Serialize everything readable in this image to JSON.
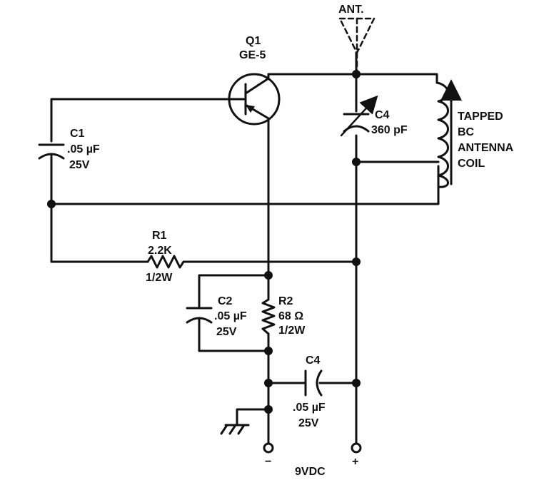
{
  "labels": {
    "antenna": "ANT.",
    "q1_ref": "Q1",
    "q1_part": "GE-5",
    "c1_ref": "C1",
    "c1_value": ".05 µF",
    "c1_voltage": "25V",
    "c4_top_ref": "C4",
    "c4_top_value": "360 pF",
    "coil_line1": "TAPPED",
    "coil_line2": "BC",
    "coil_line3": "ANTENNA",
    "coil_line4": "COIL",
    "r1_ref": "R1",
    "r1_value": "2.2K",
    "r1_power": "1/2W",
    "c2_ref": "C2",
    "c2_value": ".05 µF",
    "c2_voltage": "25V",
    "r2_ref": "R2",
    "r2_value": "68 Ω",
    "r2_power": "1/2W",
    "c4_bottom_ref": "C4",
    "c4_bottom_value": ".05 µF",
    "c4_bottom_voltage": "25V",
    "minus": "−",
    "plus": "+",
    "supply": "9VDC"
  }
}
